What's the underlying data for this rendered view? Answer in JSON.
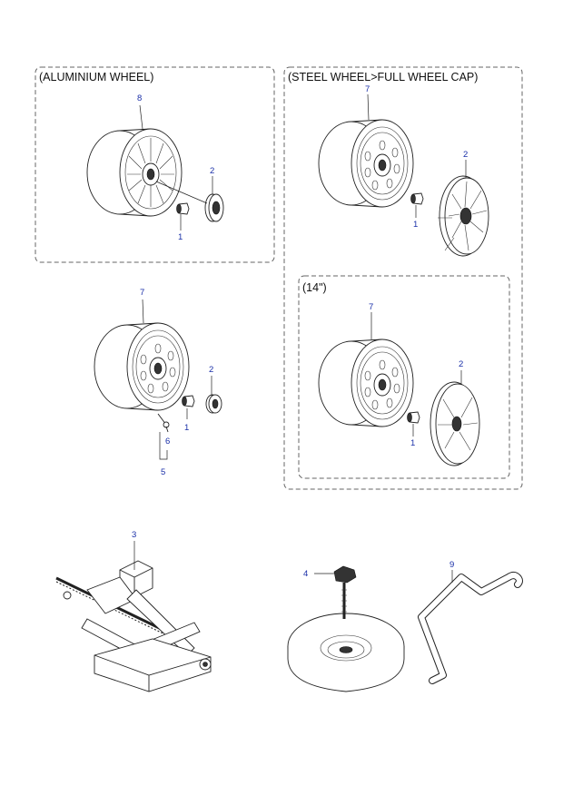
{
  "groups": {
    "aluminium": "(ALUMINIUM WHEEL)",
    "steel_cap": "(STEEL WHEEL>FULL WHEEL CAP)",
    "size_14": "(14\")"
  },
  "callouts": {
    "alu_wheel": "8",
    "alu_cap": "2",
    "alu_nut": "1",
    "steel_wheel": "7",
    "steel_cap": "2",
    "steel_nut": "1",
    "mid_wheel": "7",
    "mid_cap": "2",
    "mid_nut": "1",
    "mid_valve": "6",
    "mid_valve_assy": "5",
    "w14_wheel": "7",
    "w14_cap": "2",
    "w14_nut": "1",
    "jack": "3",
    "spare_bolt": "4",
    "jack_handle": "9"
  },
  "colors": {
    "callout": "#1a2fa8",
    "line": "#222222",
    "frame": "#666666"
  }
}
